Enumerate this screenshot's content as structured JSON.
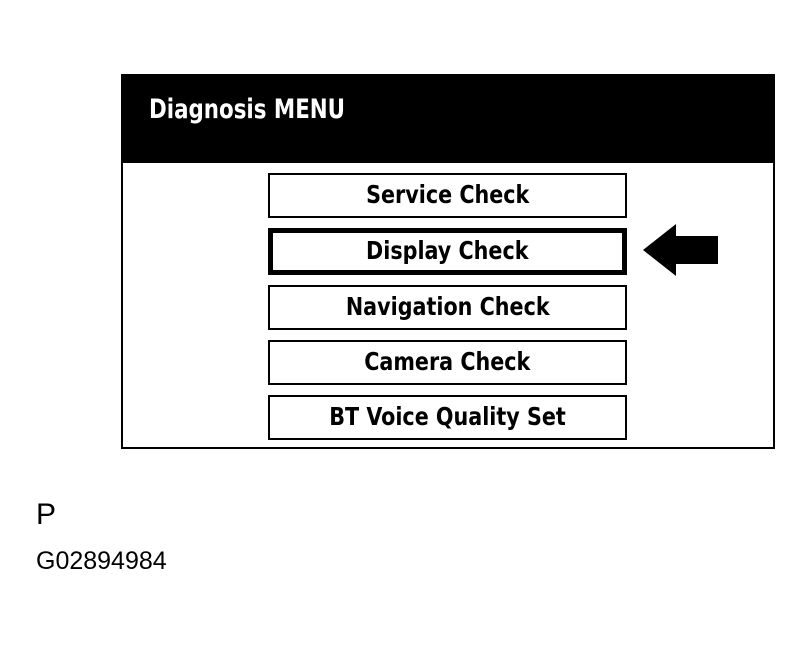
{
  "screen": {
    "title": "Diagnosis MENU",
    "title_bar_color": "#000000",
    "title_text_color": "#ffffff",
    "panel_background": "#ffffff",
    "border_color": "#000000",
    "menu_items": [
      {
        "label": "Service Check",
        "selected": false
      },
      {
        "label": "Display Check",
        "selected": true
      },
      {
        "label": "Navigation Check",
        "selected": false
      },
      {
        "label": "Camera Check",
        "selected": false
      },
      {
        "label": "BT Voice Quality Set",
        "selected": false
      }
    ]
  },
  "annotation": {
    "arrow": {
      "icon": "arrow-left-icon",
      "direction": "left",
      "color": "#000000",
      "points_to": "Display Check"
    }
  },
  "caption": {
    "letter": "P",
    "code": "G02894984"
  }
}
